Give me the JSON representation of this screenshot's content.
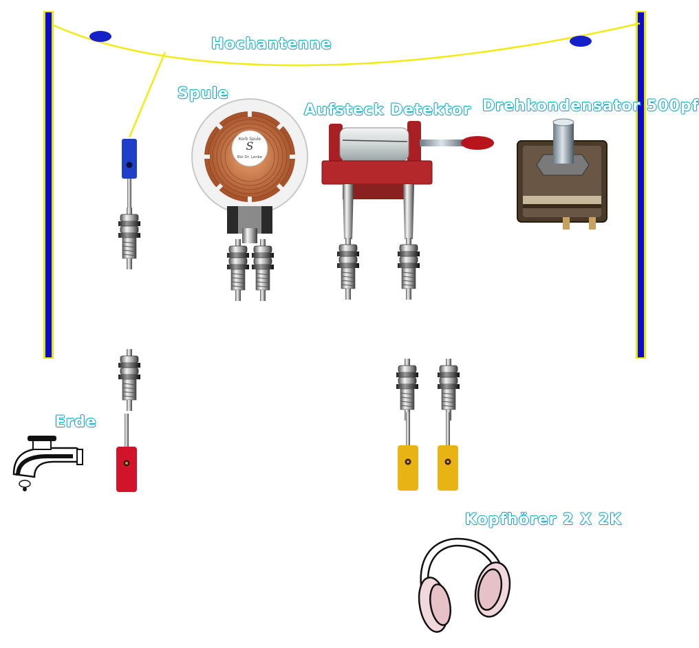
{
  "labels": {
    "antenna": "Hochantenne",
    "coil": "Spule",
    "detector": "Aufsteck Detektor",
    "capacitor": "Drehkondensator 500pf",
    "earth": "Erde",
    "headphones": "Kopfhörer 2 X 2K"
  },
  "coil_label_text": {
    "line1": "Korb Spule",
    "line2": "Bei Dr. Lenke"
  },
  "colors": {
    "pole": "#0a0ad2",
    "pole_edge": "#e8e800",
    "antenna_wire": "#f2ea10",
    "insulator": "#1420c8",
    "plug_blue": "#1e40c8",
    "plug_red": "#d2142a",
    "plug_yellow": "#e8b414",
    "coil_copper": "#c46a3c",
    "detector_body": "#b4282c",
    "label_outline": "#00a0c8"
  },
  "icons": {
    "earth": "water-tap-icon",
    "headphones": "headphones-icon",
    "terminal": "screw-terminal-icon"
  }
}
